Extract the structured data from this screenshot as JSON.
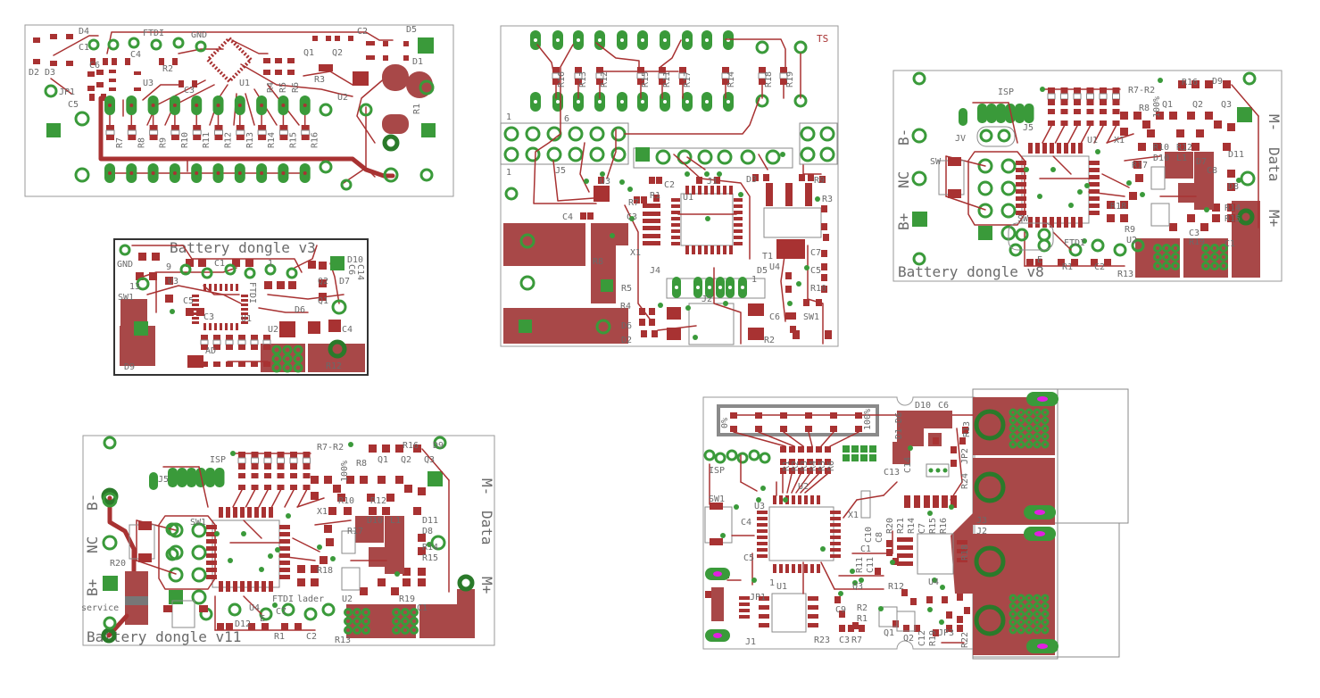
{
  "colors": {
    "copper": "#a83232",
    "pour": "#a84848",
    "pad_green": "#3a9a3a",
    "silk": "#8a8a8a",
    "label": "#6a6a6a",
    "drill": "#e020e0"
  },
  "boards": [
    {
      "id": "board-1",
      "title": "",
      "labels": [
        "D4",
        "FTDI",
        "GND",
        "C2",
        "D5",
        "D2",
        "C1",
        "C4",
        "R2",
        "C3",
        "U1",
        "Q1",
        "Q2",
        "R3",
        "U2",
        "D1",
        "D3",
        "C6",
        "U3",
        "JP1",
        "C5",
        "R1",
        "R4",
        "R5",
        "R6",
        "R7",
        "R8",
        "R9",
        "R10",
        "R11",
        "R12",
        "R13",
        "R14",
        "R15",
        "R16"
      ]
    },
    {
      "id": "board-2",
      "title": "Battery dongle v3",
      "labels": [
        "GND",
        "9",
        "C1",
        "1",
        "C14",
        "C6",
        "D10",
        "13",
        "U3",
        "FTDI",
        "Q2",
        "D7",
        "SW1",
        "C5",
        "Q1",
        "U1",
        "D6",
        "C3",
        "U2",
        "C4",
        "AD",
        "D9",
        "R12"
      ]
    },
    {
      "id": "board-3",
      "title": "TS",
      "labels": [
        "R16",
        "R13",
        "R12",
        "R15",
        "R11",
        "R17",
        "R14",
        "R18",
        "R19",
        "1",
        "6",
        "1",
        "J5",
        "U3",
        "C2",
        "U1",
        "J1",
        "D3",
        "R9",
        "R7",
        "R1",
        "R3",
        "C4",
        "C3",
        "T1",
        "X1",
        "J4",
        "D5",
        "C7",
        "R8",
        "U4",
        "C5",
        "R5",
        "R10",
        "R4",
        "J2",
        "C6",
        "SW1",
        "D6",
        "D2",
        "R2",
        "1"
      ]
    },
    {
      "id": "board-4",
      "title": "Battery dongle v8",
      "labels": [
        "ISP",
        "R7-R2",
        "R16",
        "D9",
        "R8",
        "Q1",
        "Q2",
        "Q3",
        "100%",
        "JV",
        "J5",
        "X1",
        "R10",
        "R12",
        "D11",
        "SW",
        "U1",
        "R17",
        "D10",
        "L1",
        "C8",
        "D7",
        "D8",
        "R18",
        "R14",
        "R15",
        "R9",
        "C3",
        "U2",
        "R19",
        "C1",
        "FTDI",
        "R1",
        "C2",
        "R13",
        "SW",
        "E"
      ],
      "side_labels": [
        "B-",
        "NC",
        "B+",
        "M-",
        "Data",
        "M+"
      ]
    },
    {
      "id": "board-5",
      "title": "Battery dongle v11",
      "labels": [
        "ISP",
        "R7-R2",
        "R16",
        "D9",
        "J5",
        "R8",
        "Q1",
        "Q2",
        "Q3",
        "100%",
        "X1",
        "R10",
        "R12",
        "D10",
        "L1",
        "D11",
        "D8",
        "R17",
        "R20",
        "R14",
        "R15",
        "R18",
        "U4",
        "C7",
        "FTDI",
        "lader",
        "R19",
        "C1",
        "D12",
        "service",
        "E",
        "R1",
        "C2",
        "R13",
        "U2",
        "SW1"
      ],
      "side_labels": [
        "B-",
        "NC",
        "B+",
        "M-",
        "Data",
        "M+"
      ]
    },
    {
      "id": "board-6",
      "title": "",
      "labels": [
        "0%",
        "100%",
        "D10",
        "C6",
        "D1-D6",
        "R13",
        "C14",
        "ISP",
        "C13",
        "U2",
        "SW1",
        "U3",
        "X1",
        "C4",
        "R20",
        "R21",
        "R14",
        "C7",
        "R15",
        "R16",
        "J3",
        "J2",
        "C1",
        "C10",
        "C8",
        "R11",
        "C11",
        "C5",
        "JP1",
        "U1",
        "Q3",
        "R12",
        "U4",
        "R18",
        "C9",
        "R2",
        "R1",
        "Q1",
        "C12",
        "R19",
        "R22",
        "R23",
        "C3",
        "R7",
        "Q2",
        "JP3",
        "J1",
        "JP2",
        "R24",
        "R1",
        "R2",
        "R3",
        "R4",
        "R5",
        "R6",
        "1"
      ]
    }
  ]
}
